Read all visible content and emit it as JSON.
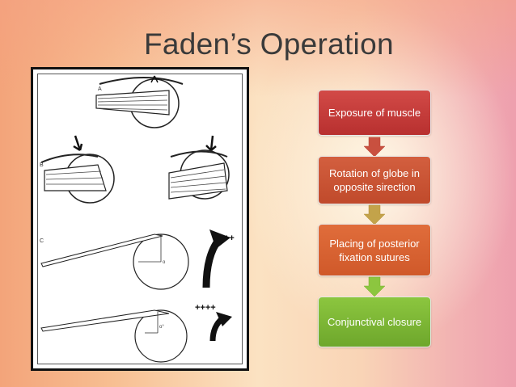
{
  "slide": {
    "title": "Faden’s Operation"
  },
  "figure": {
    "panel_labels": [
      "A",
      "B",
      "C"
    ],
    "markers": [
      "++",
      "++++"
    ],
    "angle_labels": [
      "o",
      "o°"
    ]
  },
  "flowchart": {
    "steps": [
      {
        "label": "Exposure of muscle",
        "color": "#c73c3a"
      },
      {
        "label": "Rotation of globe in opposite sirection",
        "color": "#c9523a"
      },
      {
        "label": "Placing of posterior fixation sutures",
        "color": "#d96332"
      },
      {
        "label": "Conjunctival closure",
        "color": "#7db535"
      }
    ],
    "arrow_colors": [
      "#c9503f",
      "#c3a34a",
      "#8cc63f"
    ]
  }
}
